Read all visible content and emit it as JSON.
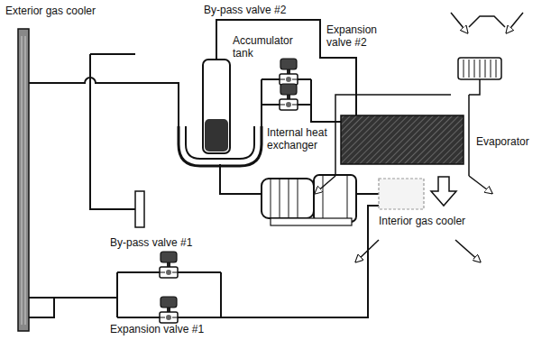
{
  "diagram": {
    "labels": [
      "Exterior gas cooler",
      "By-pass valve #2",
      "Expansion valve #2",
      "Accumulator tank",
      "Internal heat exchanger",
      "Evaporator",
      "Interior gas cooler",
      "By-pass valve #1",
      "Expansion valve #1"
    ]
  }
}
